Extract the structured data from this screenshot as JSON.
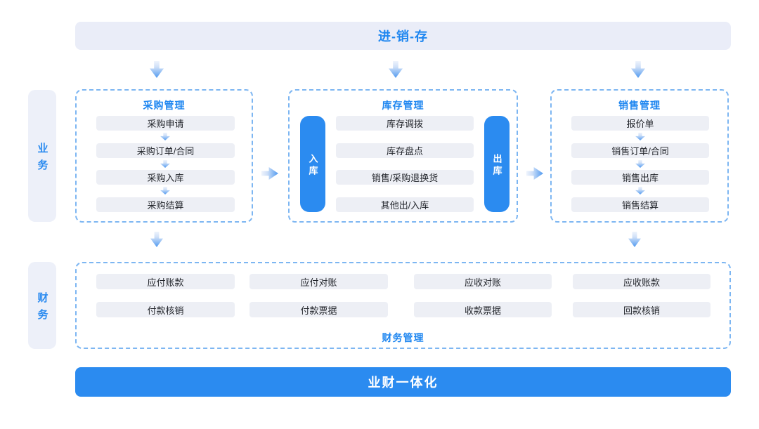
{
  "top_banner": {
    "label": "进-销-存"
  },
  "side_labels": {
    "business": "业务",
    "finance": "财务"
  },
  "sections": [
    {
      "title": "采购管理",
      "items": [
        "采购申请",
        "采购订单/合同",
        "采购入库",
        "采购结算"
      ]
    },
    {
      "title": "库存管理",
      "inbound_label": "入库",
      "outbound_label": "出库",
      "items": [
        "库存调拨",
        "库存盘点",
        "销售/采购退换货",
        "其他出/入库"
      ]
    },
    {
      "title": "销售管理",
      "items": [
        "报价单",
        "销售订单/合同",
        "销售出库",
        "销售结算"
      ]
    }
  ],
  "finance_section": {
    "title": "财务管理",
    "row1": [
      "应付账款",
      "应付对账",
      "应收对账",
      "应收账款"
    ],
    "row2": [
      "付款核销",
      "付款票据",
      "收款票据",
      "回款核销"
    ]
  },
  "bottom_banner": {
    "label": "业财一体化"
  },
  "colors": {
    "accent_blue": "#2b8bf0",
    "title_blue": "#1e86f0",
    "light_panel": "#eaedf8",
    "item_bg": "#edeff5",
    "dashed_border": "#7db6f2"
  }
}
